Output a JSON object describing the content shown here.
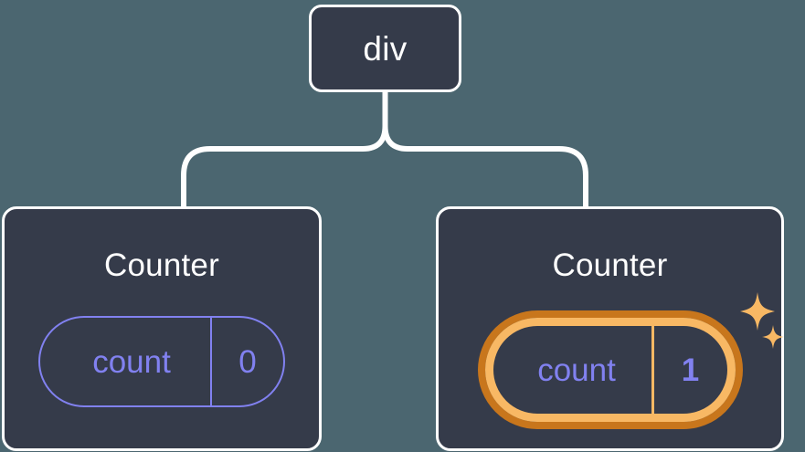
{
  "diagram": {
    "type": "component-tree",
    "background_color": "#4b6670",
    "node_fill_color": "#353b4a",
    "node_border_color": "#ffffff",
    "connector_color": "#ffffff",
    "state_color": "#8181f0",
    "highlight_outer_color": "#c8761c",
    "highlight_inner_color": "#f8b864",
    "root": {
      "label": "div"
    },
    "children": [
      {
        "label": "Counter",
        "state": {
          "key": "count",
          "value": "0"
        },
        "highlighted": false
      },
      {
        "label": "Counter",
        "state": {
          "key": "count",
          "value": "1"
        },
        "highlighted": true,
        "sparkle_icons": [
          "sparkle-large",
          "sparkle-small"
        ]
      }
    ]
  }
}
